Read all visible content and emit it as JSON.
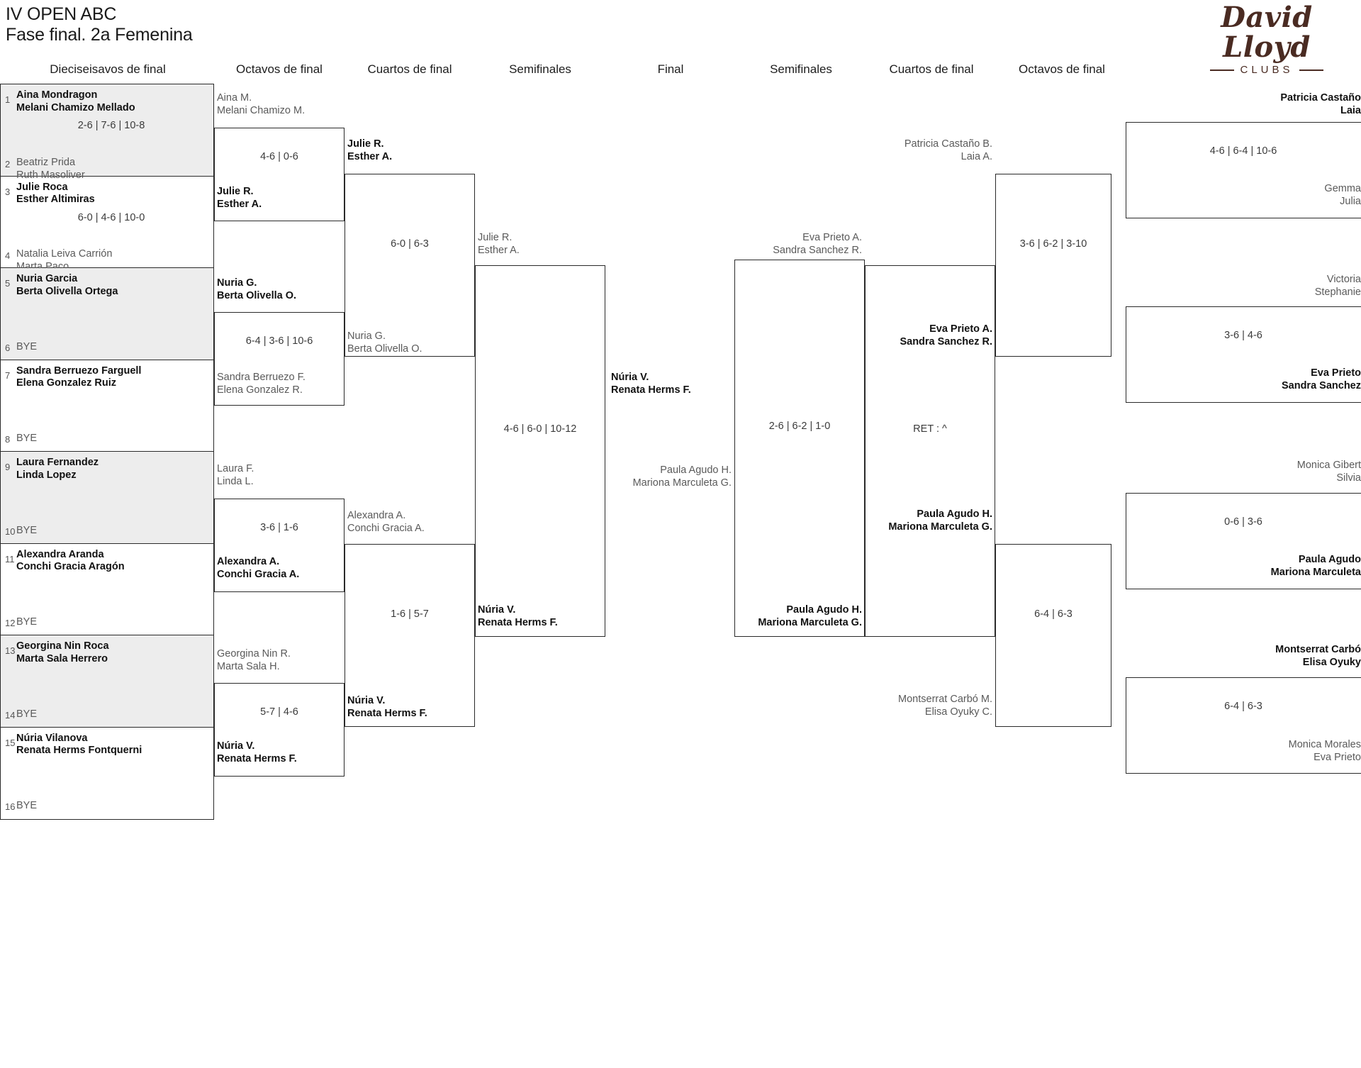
{
  "header": {
    "title_line1": "IV OPEN ABC",
    "title_line2": "Fase final. 2a Femenina",
    "logo_word": "David Lloyd",
    "logo_sub": "CLUBS"
  },
  "round_headers": {
    "l1": "Dieciseisavos de final",
    "l2": "Octavos de final",
    "l3": "Cuartos de final",
    "l4": "Semifinales",
    "final": "Final",
    "r4": "Semifinales",
    "r3": "Cuartos de final",
    "r2": "Octavos de final"
  },
  "seeds": [
    {
      "num": "1",
      "p1": "Aina Mondragon",
      "p2": "Melani Chamizo Mellado",
      "state": "winner",
      "shaded": true,
      "score": "2-6 | 7-6 | 10-8"
    },
    {
      "num": "2",
      "p1": "Beatriz Prida",
      "p2": "Ruth Masoliver",
      "state": "loser",
      "shaded": true,
      "score": ""
    },
    {
      "num": "3",
      "p1": "Julie Roca",
      "p2": "Esther Altimiras",
      "state": "winner",
      "shaded": false,
      "score": "6-0 | 4-6 | 10-0"
    },
    {
      "num": "4",
      "p1": "Natalia Leiva Carrión",
      "p2": "Marta Paco",
      "state": "loser",
      "shaded": false,
      "score": ""
    },
    {
      "num": "5",
      "p1": "Nuria Garcia",
      "p2": "Berta Olivella Ortega",
      "state": "winner",
      "shaded": true,
      "score": ""
    },
    {
      "num": "6",
      "p1": "BYE",
      "p2": "",
      "state": "bye",
      "shaded": true,
      "score": ""
    },
    {
      "num": "7",
      "p1": "Sandra Berruezo Farguell",
      "p2": "Elena Gonzalez Ruiz",
      "state": "winner",
      "shaded": false,
      "score": ""
    },
    {
      "num": "8",
      "p1": "BYE",
      "p2": "",
      "state": "bye",
      "shaded": false,
      "score": ""
    },
    {
      "num": "9",
      "p1": "Laura Fernandez",
      "p2": "Linda Lopez",
      "state": "winner",
      "shaded": true,
      "score": ""
    },
    {
      "num": "10",
      "p1": "BYE",
      "p2": "",
      "state": "bye",
      "shaded": true,
      "score": ""
    },
    {
      "num": "11",
      "p1": "Alexandra Aranda",
      "p2": "Conchi Gracia Aragón",
      "state": "winner",
      "shaded": false,
      "score": ""
    },
    {
      "num": "12",
      "p1": "BYE",
      "p2": "",
      "state": "bye",
      "shaded": false,
      "score": ""
    },
    {
      "num": "13",
      "p1": "Georgina Nin Roca",
      "p2": "Marta Sala Herrero",
      "state": "winner",
      "shaded": true,
      "score": ""
    },
    {
      "num": "14",
      "p1": "BYE",
      "p2": "",
      "state": "bye",
      "shaded": true,
      "score": ""
    },
    {
      "num": "15",
      "p1": "Núria Vilanova",
      "p2": "Renata Herms Fontquerni",
      "state": "winner",
      "shaded": false,
      "score": ""
    },
    {
      "num": "16",
      "p1": "BYE",
      "p2": "",
      "state": "bye",
      "shaded": false,
      "score": ""
    }
  ],
  "left": {
    "octavos": [
      {
        "top_p1": "Aina M.",
        "top_p2": "Melani Chamizo M.",
        "top_state": "loser",
        "score": "4-6 | 0-6",
        "bot_p1": "Julie R.",
        "bot_p2": "Esther A.",
        "bot_state": "winner"
      },
      {
        "top_p1": "Nuria G.",
        "top_p2": "Berta Olivella O.",
        "top_state": "winner",
        "score": "6-4 | 3-6 | 10-6",
        "bot_p1": "Sandra Berruezo F.",
        "bot_p2": "Elena Gonzalez R.",
        "bot_state": "loser"
      },
      {
        "top_p1": "Laura F.",
        "top_p2": "Linda L.",
        "top_state": "loser",
        "score": "3-6 | 1-6",
        "bot_p1": "Alexandra A.",
        "bot_p2": "Conchi Gracia A.",
        "bot_state": "winner"
      },
      {
        "top_p1": "Georgina Nin R.",
        "top_p2": "Marta Sala H.",
        "top_state": "loser",
        "score": "5-7 | 4-6",
        "bot_p1": "Núria V.",
        "bot_p2": "Renata Herms F.",
        "bot_state": "winner"
      }
    ],
    "cuartos": [
      {
        "top_p1": "Julie R.",
        "top_p2": "Esther A.",
        "top_state": "winner",
        "score": "6-0 | 6-3",
        "bot_p1": "Nuria G.",
        "bot_p2": "Berta Olivella O.",
        "bot_state": "loser"
      },
      {
        "top_p1": "Alexandra A.",
        "top_p2": "Conchi Gracia A.",
        "top_state": "loser",
        "score": "1-6 | 5-7",
        "bot_p1": "Núria V.",
        "bot_p2": "Renata Herms F.",
        "bot_state": "winner"
      }
    ],
    "semifinal": {
      "top_p1": "Julie R.",
      "top_p2": "Esther A.",
      "top_state": "loser",
      "score": "4-6 | 6-0 | 10-12",
      "bot_p1": "Núria V.",
      "bot_p2": "Renata Herms F.",
      "bot_state": "winner"
    }
  },
  "final": {
    "top_p1": "Núria V.",
    "top_p2": "Renata Herms F.",
    "top_state": "winner",
    "score": "2-6 | 6-2 | 1-0",
    "bot_p1": "Paula Agudo H.",
    "bot_p2": "Mariona Marculeta G.",
    "bot_state": "loser"
  },
  "right": {
    "semifinal": {
      "top_p1": "Eva Prieto A.",
      "top_p2": "Sandra Sanchez R.",
      "top_state": "loser",
      "score": "RET : ^",
      "bot_p1": "Paula Agudo H.",
      "bot_p2": "Mariona Marculeta G.",
      "bot_state": "winner"
    },
    "cuartos": [
      {
        "top_p1": "Patricia Castaño B.",
        "top_p2": "Laia A.",
        "top_state": "loser",
        "score": "3-6 | 6-2 | 3-10",
        "bot_p1": "Eva Prieto A.",
        "bot_p2": "Sandra Sanchez R.",
        "bot_state": "winner"
      },
      {
        "top_p1": "Paula Agudo H.",
        "top_p2": "Mariona Marculeta G.",
        "top_state": "winner",
        "score": "6-4 | 6-3",
        "bot_p1": "Montserrat Carbó M.",
        "bot_p2": "Elisa Oyuky C.",
        "bot_state": "loser"
      }
    ],
    "octavos": [
      {
        "top_p1": "Patricia Castaño",
        "top_p2": "Laia",
        "top_state": "winner",
        "score": "4-6 | 6-4 | 10-6",
        "bot_p1": "Gemma",
        "bot_p2": "Julia",
        "bot_state": "loser"
      },
      {
        "top_p1": "Victoria",
        "top_p2": "Stephanie",
        "top_state": "loser",
        "score": "3-6 | 4-6",
        "bot_p1": "Eva Prieto",
        "bot_p2": "Sandra Sanchez",
        "bot_state": "winner"
      },
      {
        "top_p1": "Monica Gibert",
        "top_p2": "Silvia",
        "top_state": "loser",
        "score": "0-6 | 3-6",
        "bot_p1": "Paula Agudo",
        "bot_p2": "Mariona Marculeta",
        "bot_state": "winner"
      },
      {
        "top_p1": "Montserrat Carbó",
        "top_p2": "Elisa Oyuky",
        "top_state": "winner",
        "score": "6-4 | 6-3",
        "bot_p1": "Monica Morales",
        "bot_p2": "Eva Prieto",
        "bot_state": "loser"
      }
    ]
  }
}
